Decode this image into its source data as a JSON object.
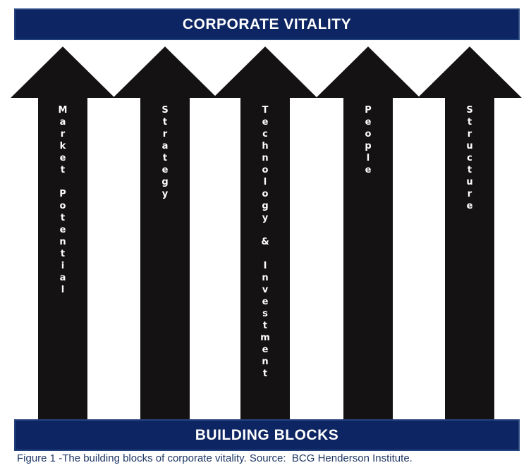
{
  "top_banner": {
    "label": "CORPORATE VITALITY"
  },
  "bottom_banner": {
    "label": "BUILDING BLOCKS"
  },
  "arrows": [
    {
      "label": "Market Potential"
    },
    {
      "label": "Strategy"
    },
    {
      "label": "Technology & Investment"
    },
    {
      "label": "People"
    },
    {
      "label": "Structure"
    }
  ],
  "caption": "Figure 1 -The building blocks of corporate vitality. Source:  BCG Henderson Institute.",
  "colors": {
    "background": "#ffffff",
    "banner": "#0d2562",
    "banner_border": "#24437c",
    "arrow": "#141212",
    "text_on_dark": "#ffffff",
    "caption": "#1f3864"
  }
}
